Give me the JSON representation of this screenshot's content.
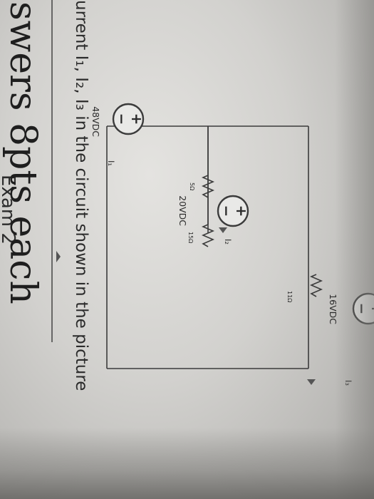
{
  "page": {
    "top_fragment": "Exam 2",
    "heading": "swers 8pts each",
    "question": "urrent I₁, I₂, I₃ in the circuit shown in the picture"
  },
  "circuit": {
    "source_left": {
      "label": "48VDC",
      "plus": "+",
      "minus": "−"
    },
    "source_middle": {
      "label": "20VDC",
      "plus": "+",
      "minus": "−"
    },
    "source_right": {
      "label": "16VDC",
      "plus": "+",
      "minus": "−"
    },
    "current_1": "I₁",
    "current_2": "I₂",
    "current_3": "I₃",
    "resistor_top_left": "5Ω",
    "resistor_top_right": "11Ω",
    "resistor_middle": "15Ω"
  }
}
